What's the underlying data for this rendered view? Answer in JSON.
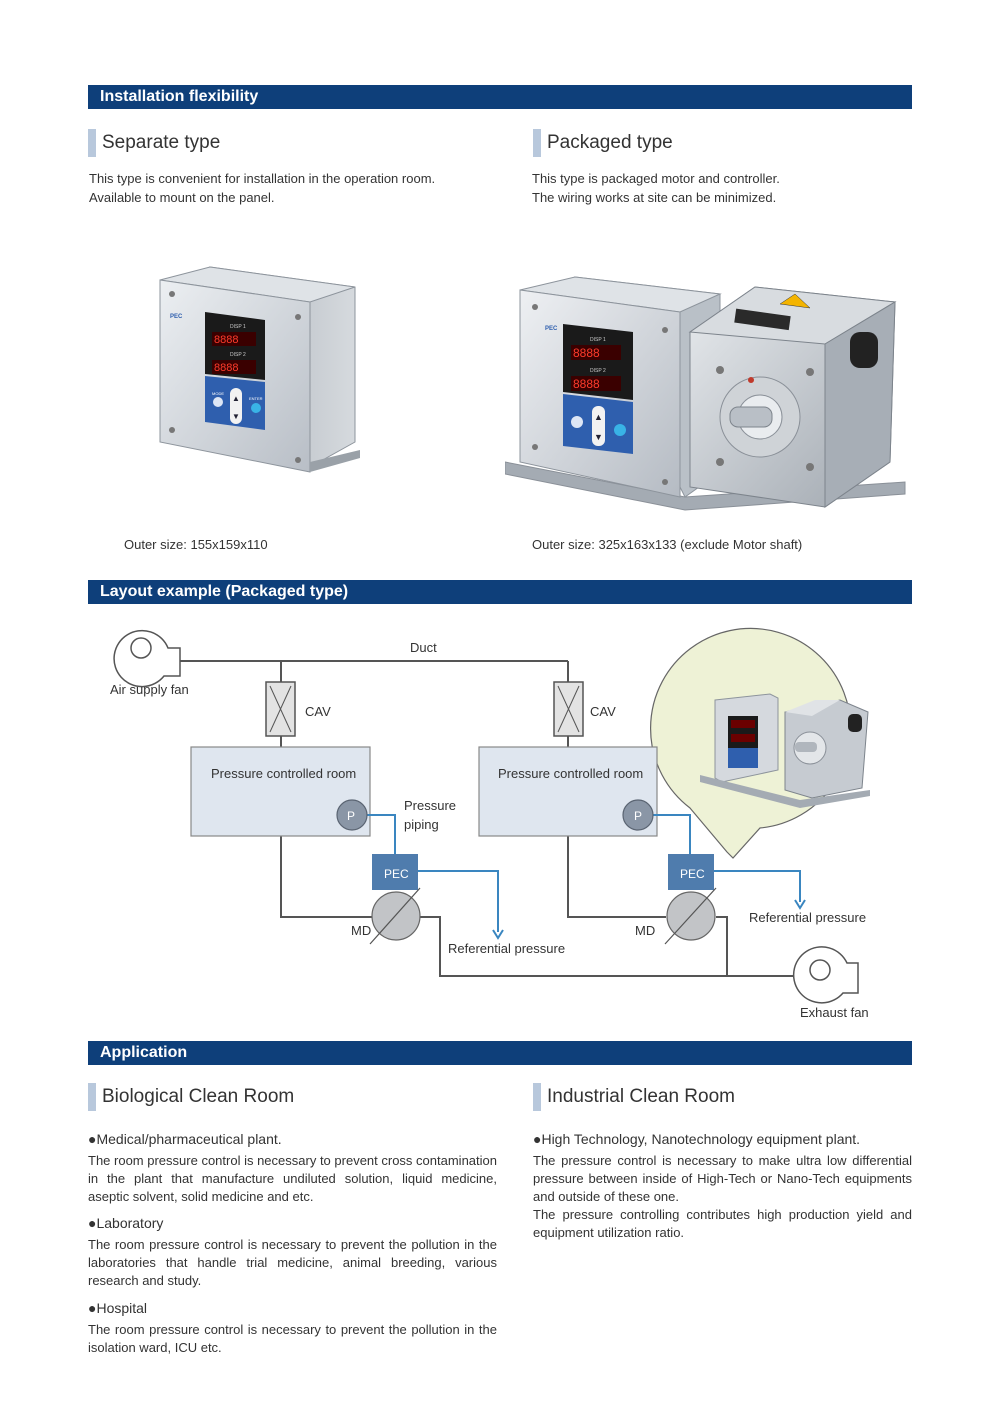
{
  "section1": {
    "title": "Installation flexibility",
    "separate": {
      "title": "Separate type",
      "desc_lines": [
        "This type is convenient for installation in the operation room.",
        "Available to mount on the panel."
      ],
      "caption": "Outer size: 155x159x110"
    },
    "packaged": {
      "title": "Packaged type",
      "desc_lines": [
        "This type is packaged motor and controller.",
        "The wiring works at site can be minimized."
      ],
      "caption": "Outer size: 325x163x133 (exclude Motor shaft)"
    },
    "device": {
      "disp1": "DISP 1",
      "disp2": "DISP 2",
      "mode": "MODE",
      "enter": "ENTER",
      "up": "UP",
      "down": "DOWN",
      "brand": "PEC"
    }
  },
  "section2": {
    "title": "Layout example (Packaged type)",
    "labels": {
      "duct": "Duct",
      "air_supply_fan": "Air supply fan",
      "cav": "CAV",
      "room": "Pressure controlled room",
      "p": "P",
      "pressure_piping_1": "Pressure",
      "pressure_piping_2": "piping",
      "pec": "PEC",
      "md": "MD",
      "referential": "Referential pressure",
      "exhaust_fan": "Exhaust fan"
    },
    "colors": {
      "room_fill": "#dfe6ef",
      "pec_fill": "#4f7cad",
      "pipe": "#3a86c0",
      "duct": "#555555",
      "zoom_fill": "#eef2d6"
    }
  },
  "section3": {
    "title": "Application",
    "bio": {
      "title": "Biological Clean Room",
      "items": [
        {
          "head": "●Medical/pharmaceutical plant.",
          "body": "The room pressure control is necessary to prevent cross contamination in the plant that manufacture undiluted solution, liquid medicine, aseptic solvent, solid medicine and etc."
        },
        {
          "head": "●Laboratory",
          "body": "The room pressure control is necessary to prevent the pollution in the laboratories that handle trial medicine, animal breeding, various research and study."
        },
        {
          "head": "●Hospital",
          "body": "The room pressure control is necessary to prevent the pollution in the isolation ward, ICU etc."
        }
      ]
    },
    "industrial": {
      "title": "Industrial Clean Room",
      "items": [
        {
          "head": "●High Technology, Nanotechnology equipment plant.",
          "body": "The pressure control is necessary to make ultra low differential pressure between inside of High-Tech or Nano-Tech equipments and outside of these one.",
          "body2": "The pressure controlling contributes high production yield and equipment utilization ratio."
        }
      ]
    }
  }
}
